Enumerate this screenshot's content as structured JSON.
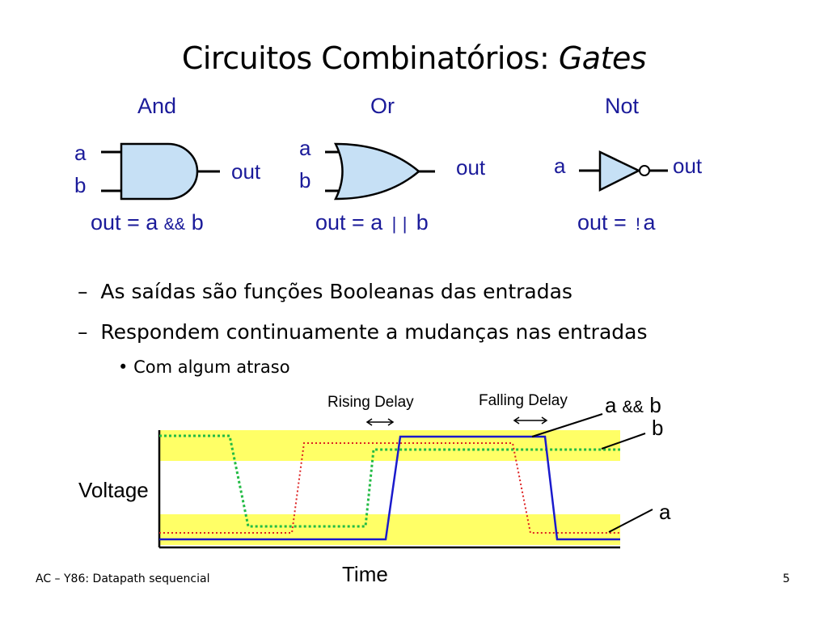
{
  "title": {
    "main": "Circuitos Combinatórios: ",
    "italic": "Gates"
  },
  "gates": {
    "and": {
      "name": "And",
      "in_a": "a",
      "in_b": "b",
      "out": "out",
      "eq_left": "out = a",
      "eq_op": "&&",
      "eq_right": "b"
    },
    "or": {
      "name": "Or",
      "in_a": "a",
      "in_b": "b",
      "out": "out",
      "eq_left": "out = a",
      "eq_op": "||",
      "eq_right": "b"
    },
    "not": {
      "name": "Not",
      "in_a": "a",
      "out": "out",
      "eq_left": "out =",
      "eq_op": "!",
      "eq_right": "a"
    }
  },
  "bullets": [
    "As saídas são funções Booleanas das entradas",
    "Respondem continuamente a mudanças nas entradas"
  ],
  "sub_bullets": [
    "Com algum atraso"
  ],
  "timing": {
    "rising_delay": "Rising Delay",
    "falling_delay": "Falling Delay",
    "label_and_a": "a",
    "label_and_op": "&&",
    "label_and_b": "b",
    "label_b": "b",
    "label_a": "a",
    "voltage": "Voltage",
    "time": "Time",
    "band_color": "#ffff66",
    "a_color": "#1a1acc",
    "b_color": "#22bb44",
    "and_color": "#dd2222"
  },
  "footer": {
    "left": "AC – Y86: Datapath sequencial",
    "page": "5"
  }
}
